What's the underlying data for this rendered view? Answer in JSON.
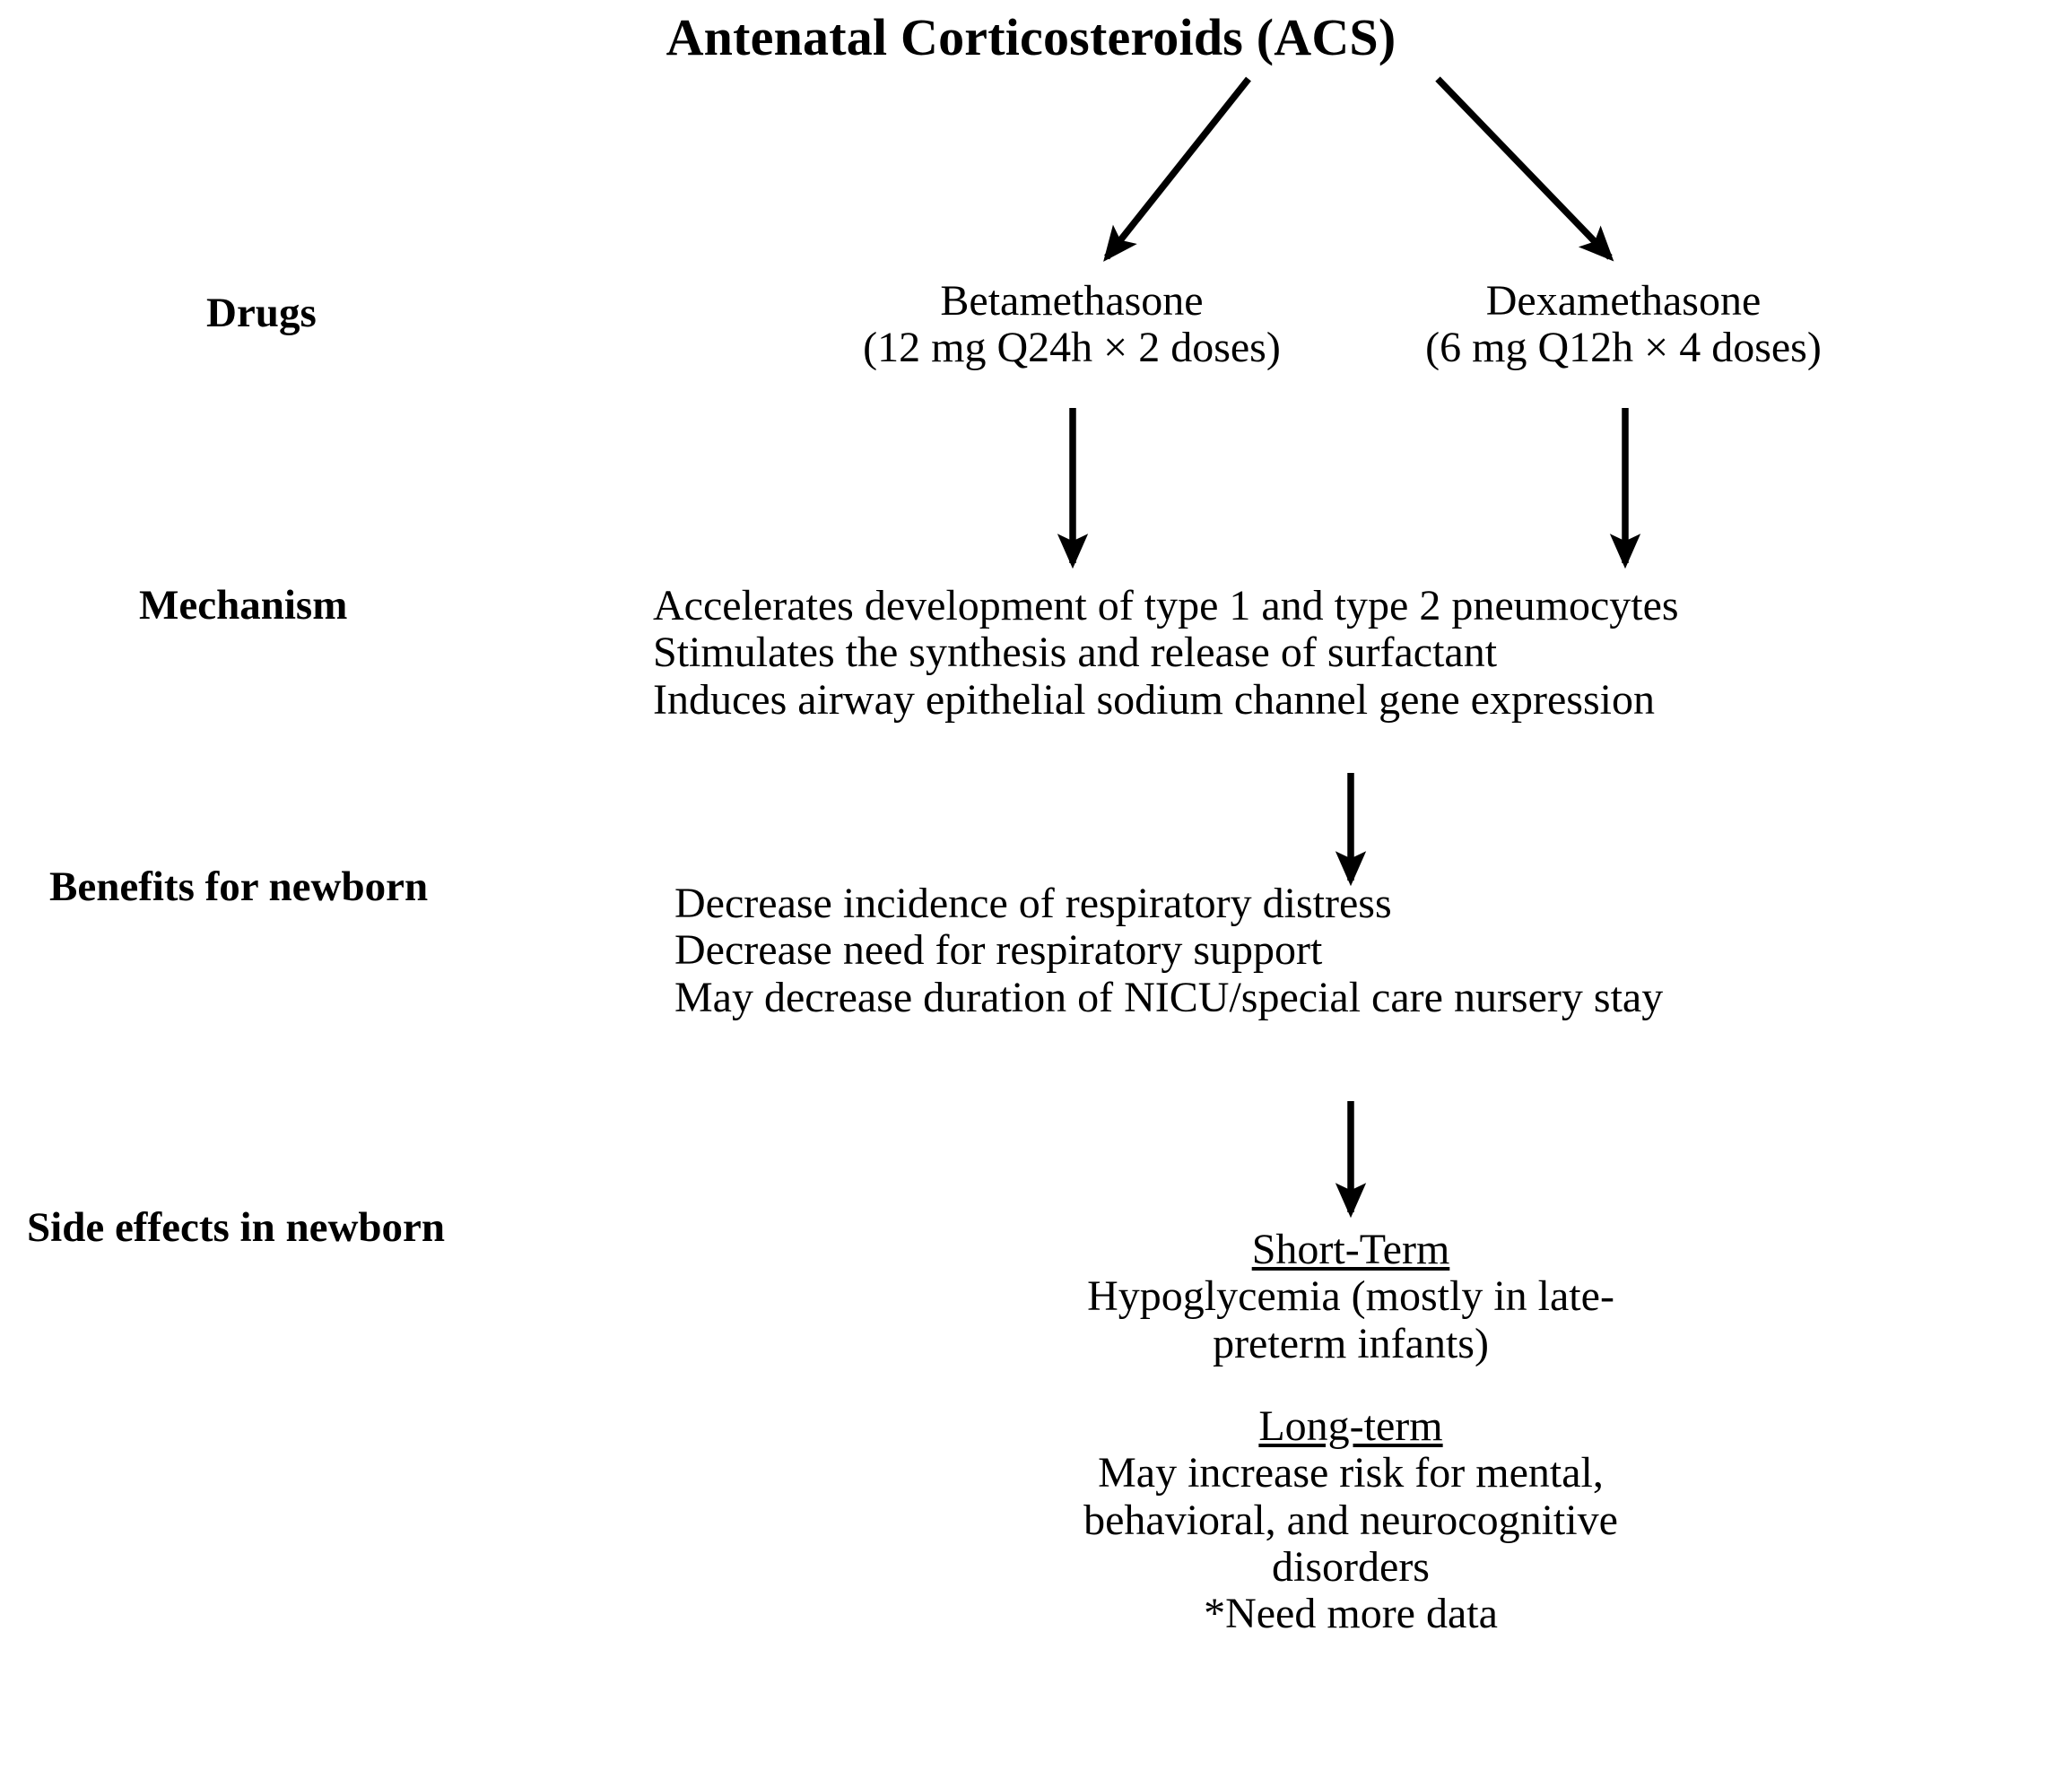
{
  "title": "Antenatal Corticosteroids (ACS)",
  "row_labels": {
    "drugs": "Drugs",
    "mechanism": "Mechanism",
    "benefits": "Benefits for newborn",
    "side_effects": "Side effects in newborn"
  },
  "drugs": [
    {
      "name": "Betamethasone",
      "dose": "(12 mg Q24h × 2 doses)"
    },
    {
      "name": "Dexamethasone",
      "dose": "(6 mg Q12h × 4 doses)"
    }
  ],
  "mechanism_lines": [
    "Accelerates development of type 1 and type 2 pneumocytes",
    "Stimulates the synthesis and release of surfactant",
    "Induces airway epithelial sodium channel gene expression"
  ],
  "benefits_lines": [
    "Decrease incidence of respiratory distress",
    "Decrease need for respiratory support",
    "May decrease duration of NICU/special care nursery stay"
  ],
  "side_effects": {
    "short_term": {
      "heading": "Short-Term",
      "lines": [
        "Hypoglycemia (mostly in late-",
        "preterm infants)"
      ]
    },
    "long_term": {
      "heading": "Long-term",
      "lines": [
        "May increase risk for mental,",
        "behavioral, and neurocognitive",
        "disorders",
        "*Need more data"
      ]
    }
  },
  "colors": {
    "text": "#000000",
    "background": "#ffffff",
    "arrow": "#000000"
  }
}
